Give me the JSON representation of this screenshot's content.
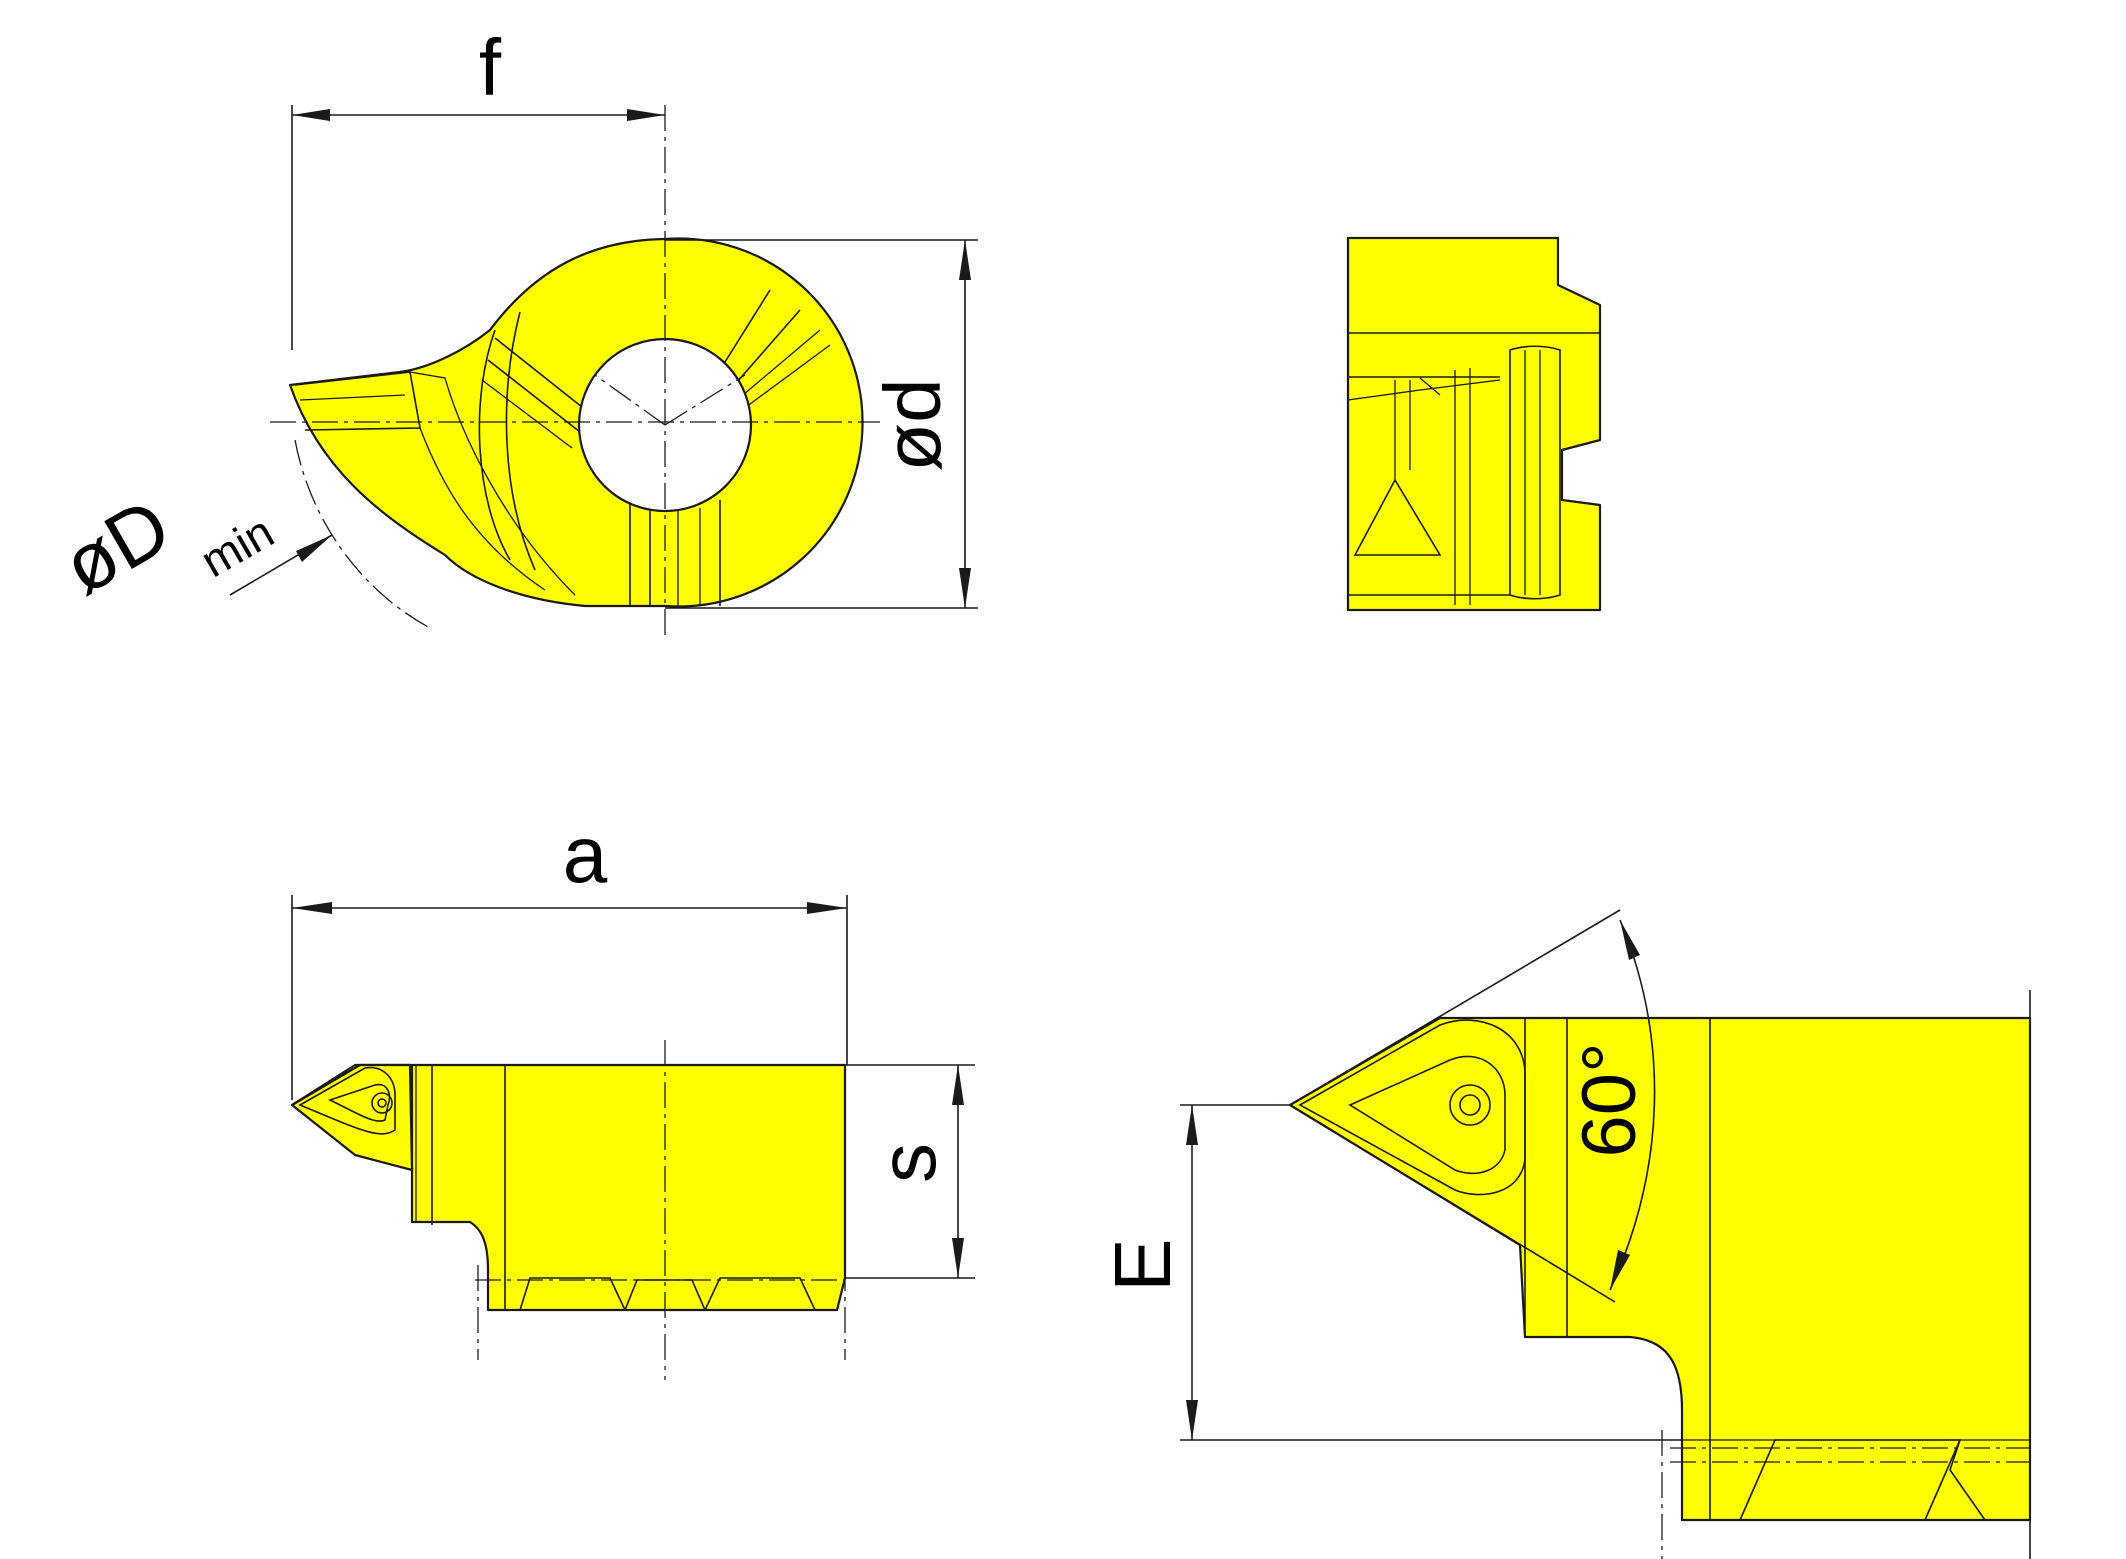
{
  "labels": {
    "f": "f",
    "od": "ød",
    "oD": "øD",
    "min": "min",
    "a": "a",
    "s": "s",
    "E": "E",
    "angle": "60°"
  },
  "colors": {
    "fill": "#ffff00",
    "stroke": "#1a1a1a"
  }
}
